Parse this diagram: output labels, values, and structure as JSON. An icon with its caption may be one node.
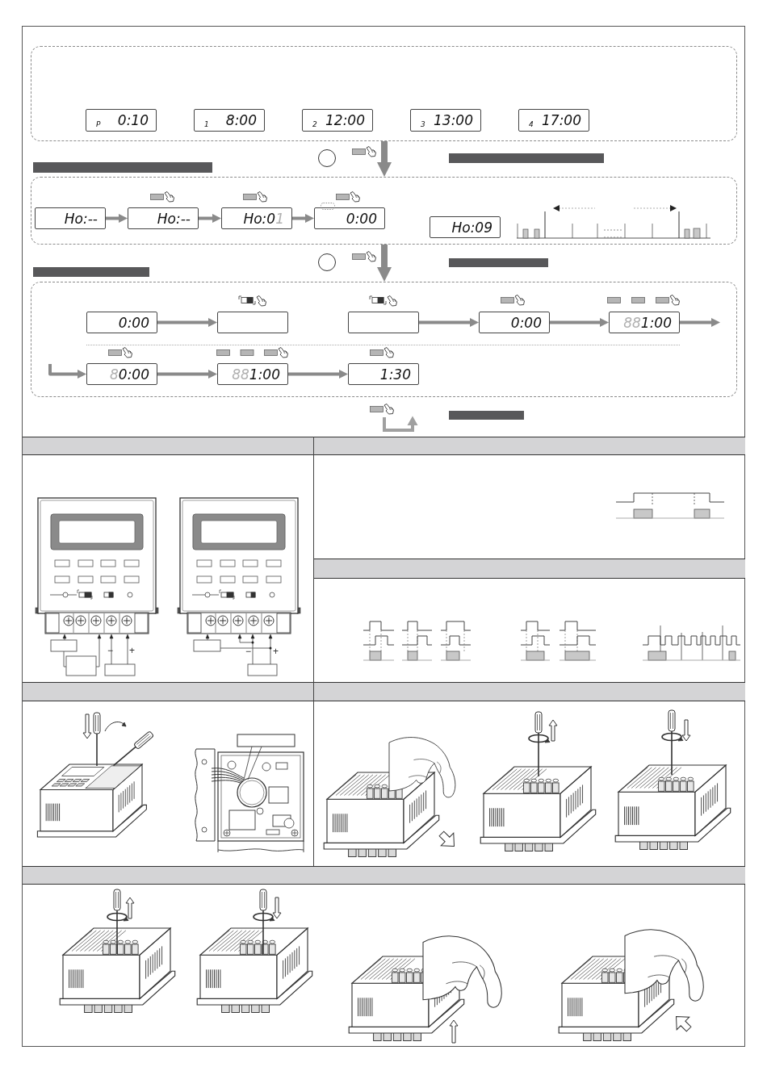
{
  "diagram": {
    "nodes": [
      {
        "text": [],
        "shape": "box"
      },
      {
        "text": [
          "P",
          "0:10"
        ],
        "in": 0
      },
      {
        "text": [
          "1",
          "8:00"
        ],
        "in": 0
      },
      {
        "text": [
          "2",
          "12:00"
        ],
        "in": 0
      },
      {
        "text": [
          "3",
          "13:00"
        ],
        "in": 0
      },
      {
        "text": [
          "4",
          "17:00"
        ],
        "in": 0
      },
      {
        "text": [],
        "shape": "box"
      },
      {
        "text": [
          "Ho:--"
        ],
        "in": 6
      },
      {
        "text": [
          "Ho:--"
        ],
        "in": 6
      },
      {
        "text": [
          "Ho:0",
          "1"
        ],
        "in": 6
      },
      {
        "text": [
          "0:00"
        ],
        "in": 6
      },
      {
        "text": [
          "Ho:09"
        ],
        "in": 6
      },
      {
        "text": [],
        "shape": "box"
      },
      {
        "text": [
          "0:00"
        ],
        "in": 12
      },
      {
        "text": [],
        "shape": "box",
        "in": 12
      },
      {
        "text": [],
        "shape": "box",
        "in": 12
      },
      {
        "text": [
          "0:00"
        ],
        "in": 12
      },
      {
        "text": [
          "88",
          "1:00"
        ],
        "in": 12
      },
      {
        "text": [
          "8",
          "0:00"
        ],
        "in": 12
      },
      {
        "text": [
          "88",
          "1:00"
        ],
        "in": 12
      },
      {
        "text": [
          "1:30"
        ],
        "in": 12
      }
    ],
    "edges": [
      {
        "from": 0,
        "to": 6,
        "arrow": "to",
        "style": "thick"
      },
      {
        "from": 7,
        "to": 8,
        "arrow": "to"
      },
      {
        "from": 8,
        "to": 9,
        "arrow": "to"
      },
      {
        "from": 9,
        "to": 10,
        "arrow": "to"
      },
      {
        "from": 6,
        "to": 12,
        "arrow": "to",
        "style": "thick"
      },
      {
        "from": 13,
        "to": 14,
        "arrow": "to"
      },
      {
        "from": 15,
        "to": 16,
        "arrow": "to"
      },
      {
        "from": 16,
        "to": 17,
        "arrow": "to"
      },
      {
        "from": 17,
        "to": null,
        "arrow": "to"
      },
      {
        "from": null,
        "to": 18,
        "arrow": "to"
      },
      {
        "from": 18,
        "to": 19,
        "arrow": "to"
      },
      {
        "from": 19,
        "to": 20,
        "arrow": "to"
      }
    ],
    "labels": [
      "−",
      "+",
      "−",
      "+"
    ]
  }
}
